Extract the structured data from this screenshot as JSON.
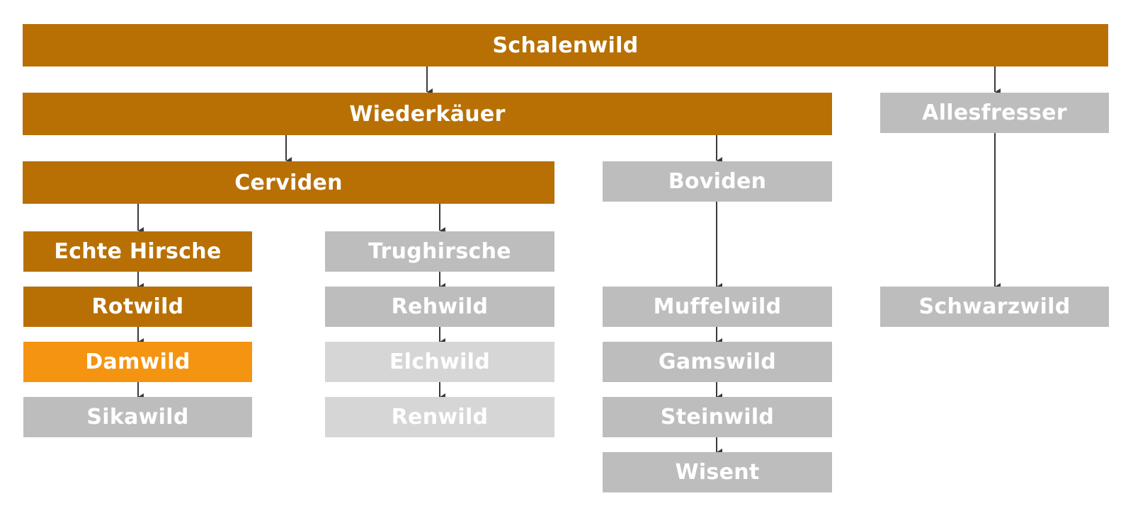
{
  "diagram": {
    "colors": {
      "primary": "#b87004",
      "highlight": "#f59410",
      "secondary": "#bdbdbd",
      "tertiary": "#d6d6d6",
      "connector": "#3a3a3a"
    },
    "nodes": {
      "schalenwild": "Schalenwild",
      "wiederkaeuer": "Wiederkäuer",
      "allesfresser": "Allesfresser",
      "cerviden": "Cerviden",
      "boviden": "Boviden",
      "echte_hirsche": "Echte Hirsche",
      "trughirsche": "Trughirsche",
      "rotwild": "Rotwild",
      "damwild": "Damwild",
      "sikawild": "Sikawild",
      "rehwild": "Rehwild",
      "elchwild": "Elchwild",
      "renwild": "Renwild",
      "muffelwild": "Muffelwild",
      "gamswild": "Gamswild",
      "steinwild": "Steinwild",
      "wisent": "Wisent",
      "schwarzwild": "Schwarzwild"
    }
  }
}
